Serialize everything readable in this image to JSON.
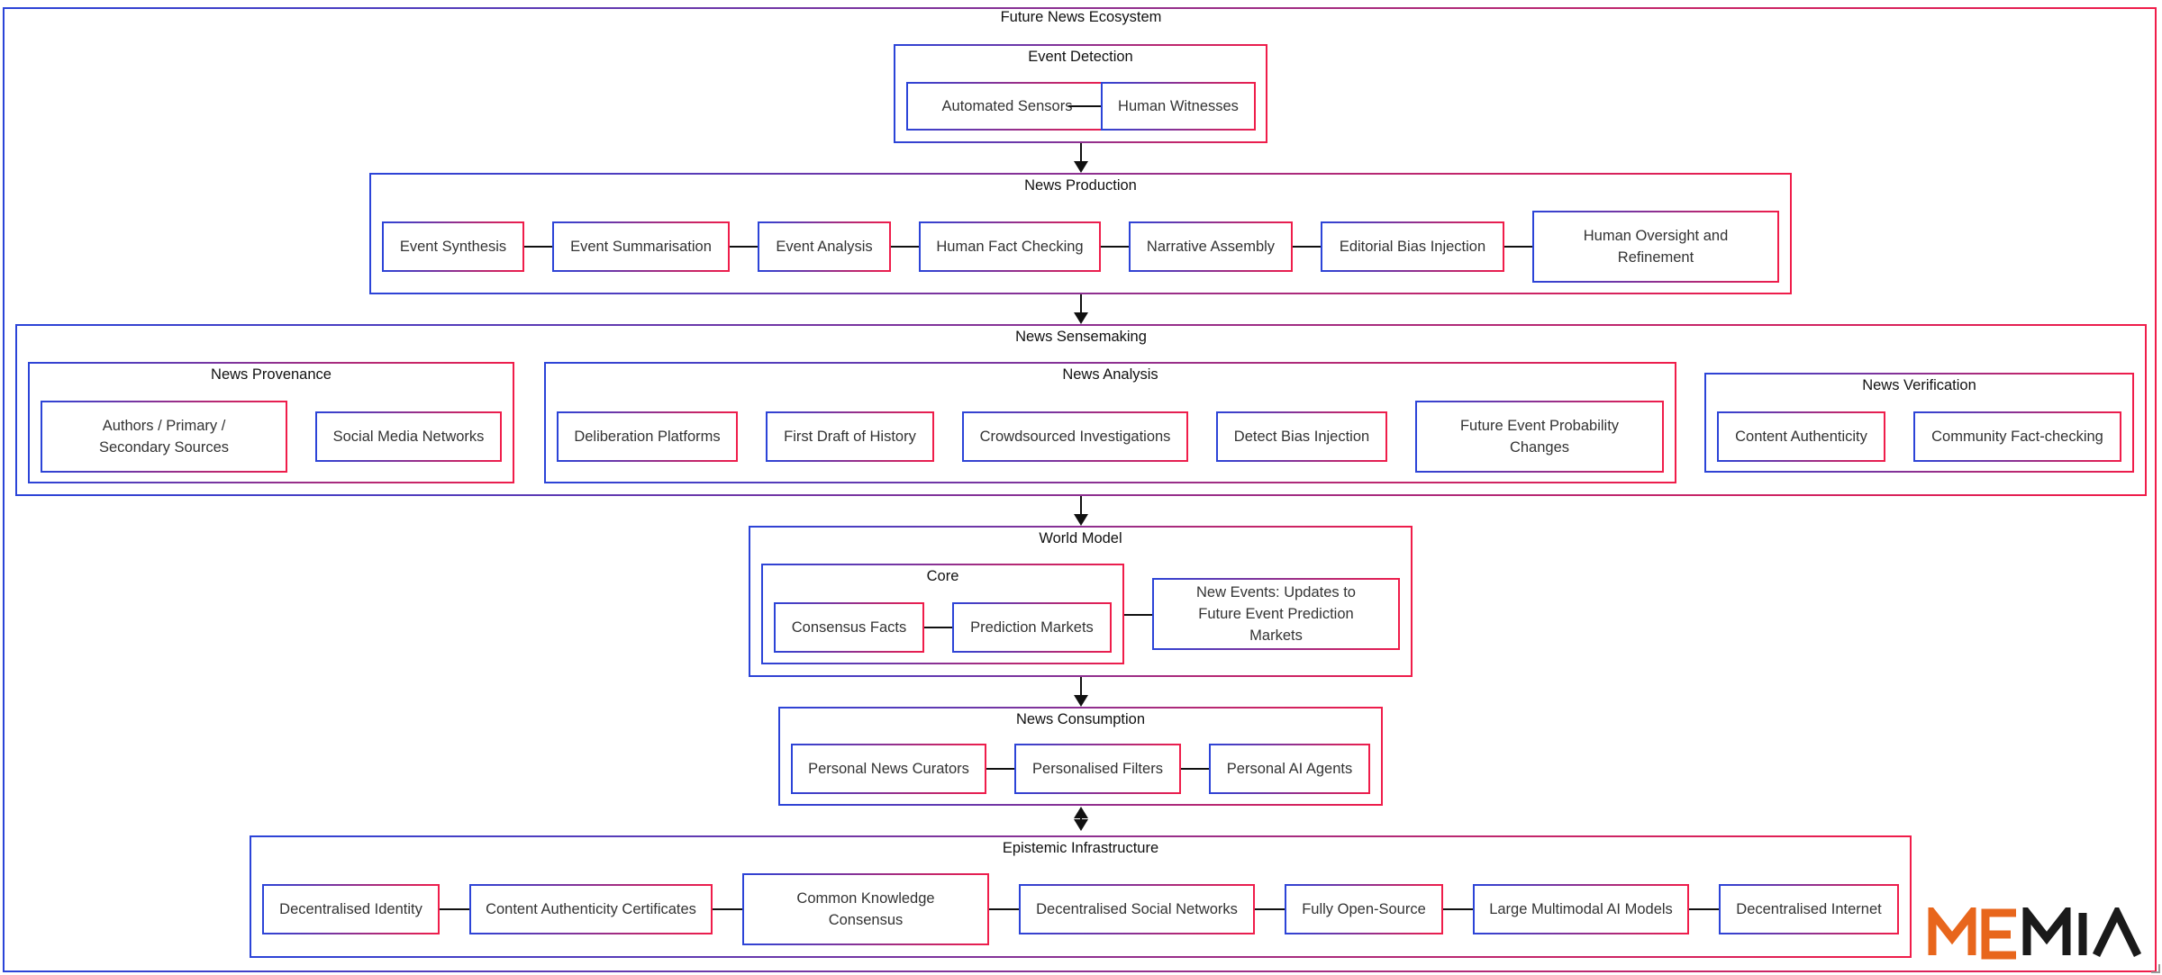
{
  "title": "Future News Ecosystem",
  "detection": {
    "title": "Event Detection",
    "nodes": [
      "Automated Sensors",
      "Human Witnesses"
    ]
  },
  "production": {
    "title": "News Production",
    "nodes": [
      "Event Synthesis",
      "Event Summarisation",
      "Event Analysis",
      "Human Fact Checking",
      "Narrative Assembly",
      "Editorial Bias Injection",
      "Human Oversight and Refinement"
    ]
  },
  "sensemaking": {
    "title": "News Sensemaking",
    "provenance": {
      "title": "News Provenance",
      "nodes": [
        "Authors / Primary / Secondary Sources",
        "Social Media Networks"
      ]
    },
    "analysis": {
      "title": "News Analysis",
      "nodes": [
        "Deliberation Platforms",
        "First Draft of History",
        "Crowdsourced Investigations",
        "Detect Bias Injection",
        "Future Event Probability Changes"
      ]
    },
    "verification": {
      "title": "News Verification",
      "nodes": [
        "Content Authenticity",
        "Community Fact-checking"
      ]
    }
  },
  "world_model": {
    "title": "World Model",
    "core": {
      "title": "Core",
      "nodes": [
        "Consensus Facts",
        "Prediction Markets"
      ]
    },
    "new_events": "New Events: Updates to Future Event Prediction Markets"
  },
  "consumption": {
    "title": "News Consumption",
    "nodes": [
      "Personal News Curators",
      "Personalised Filters",
      "Personal AI Agents"
    ]
  },
  "infrastructure": {
    "title": "Epistemic Infrastructure",
    "nodes": [
      "Decentralised Identity",
      "Content Authenticity Certificates",
      "Common Knowledge Consensus",
      "Decentralised Social Networks",
      "Fully Open-Source",
      "Large Multimodal AI Models",
      "Decentralised Internet"
    ]
  },
  "logo": {
    "text": "MEMIA",
    "color": "#e8661c"
  }
}
